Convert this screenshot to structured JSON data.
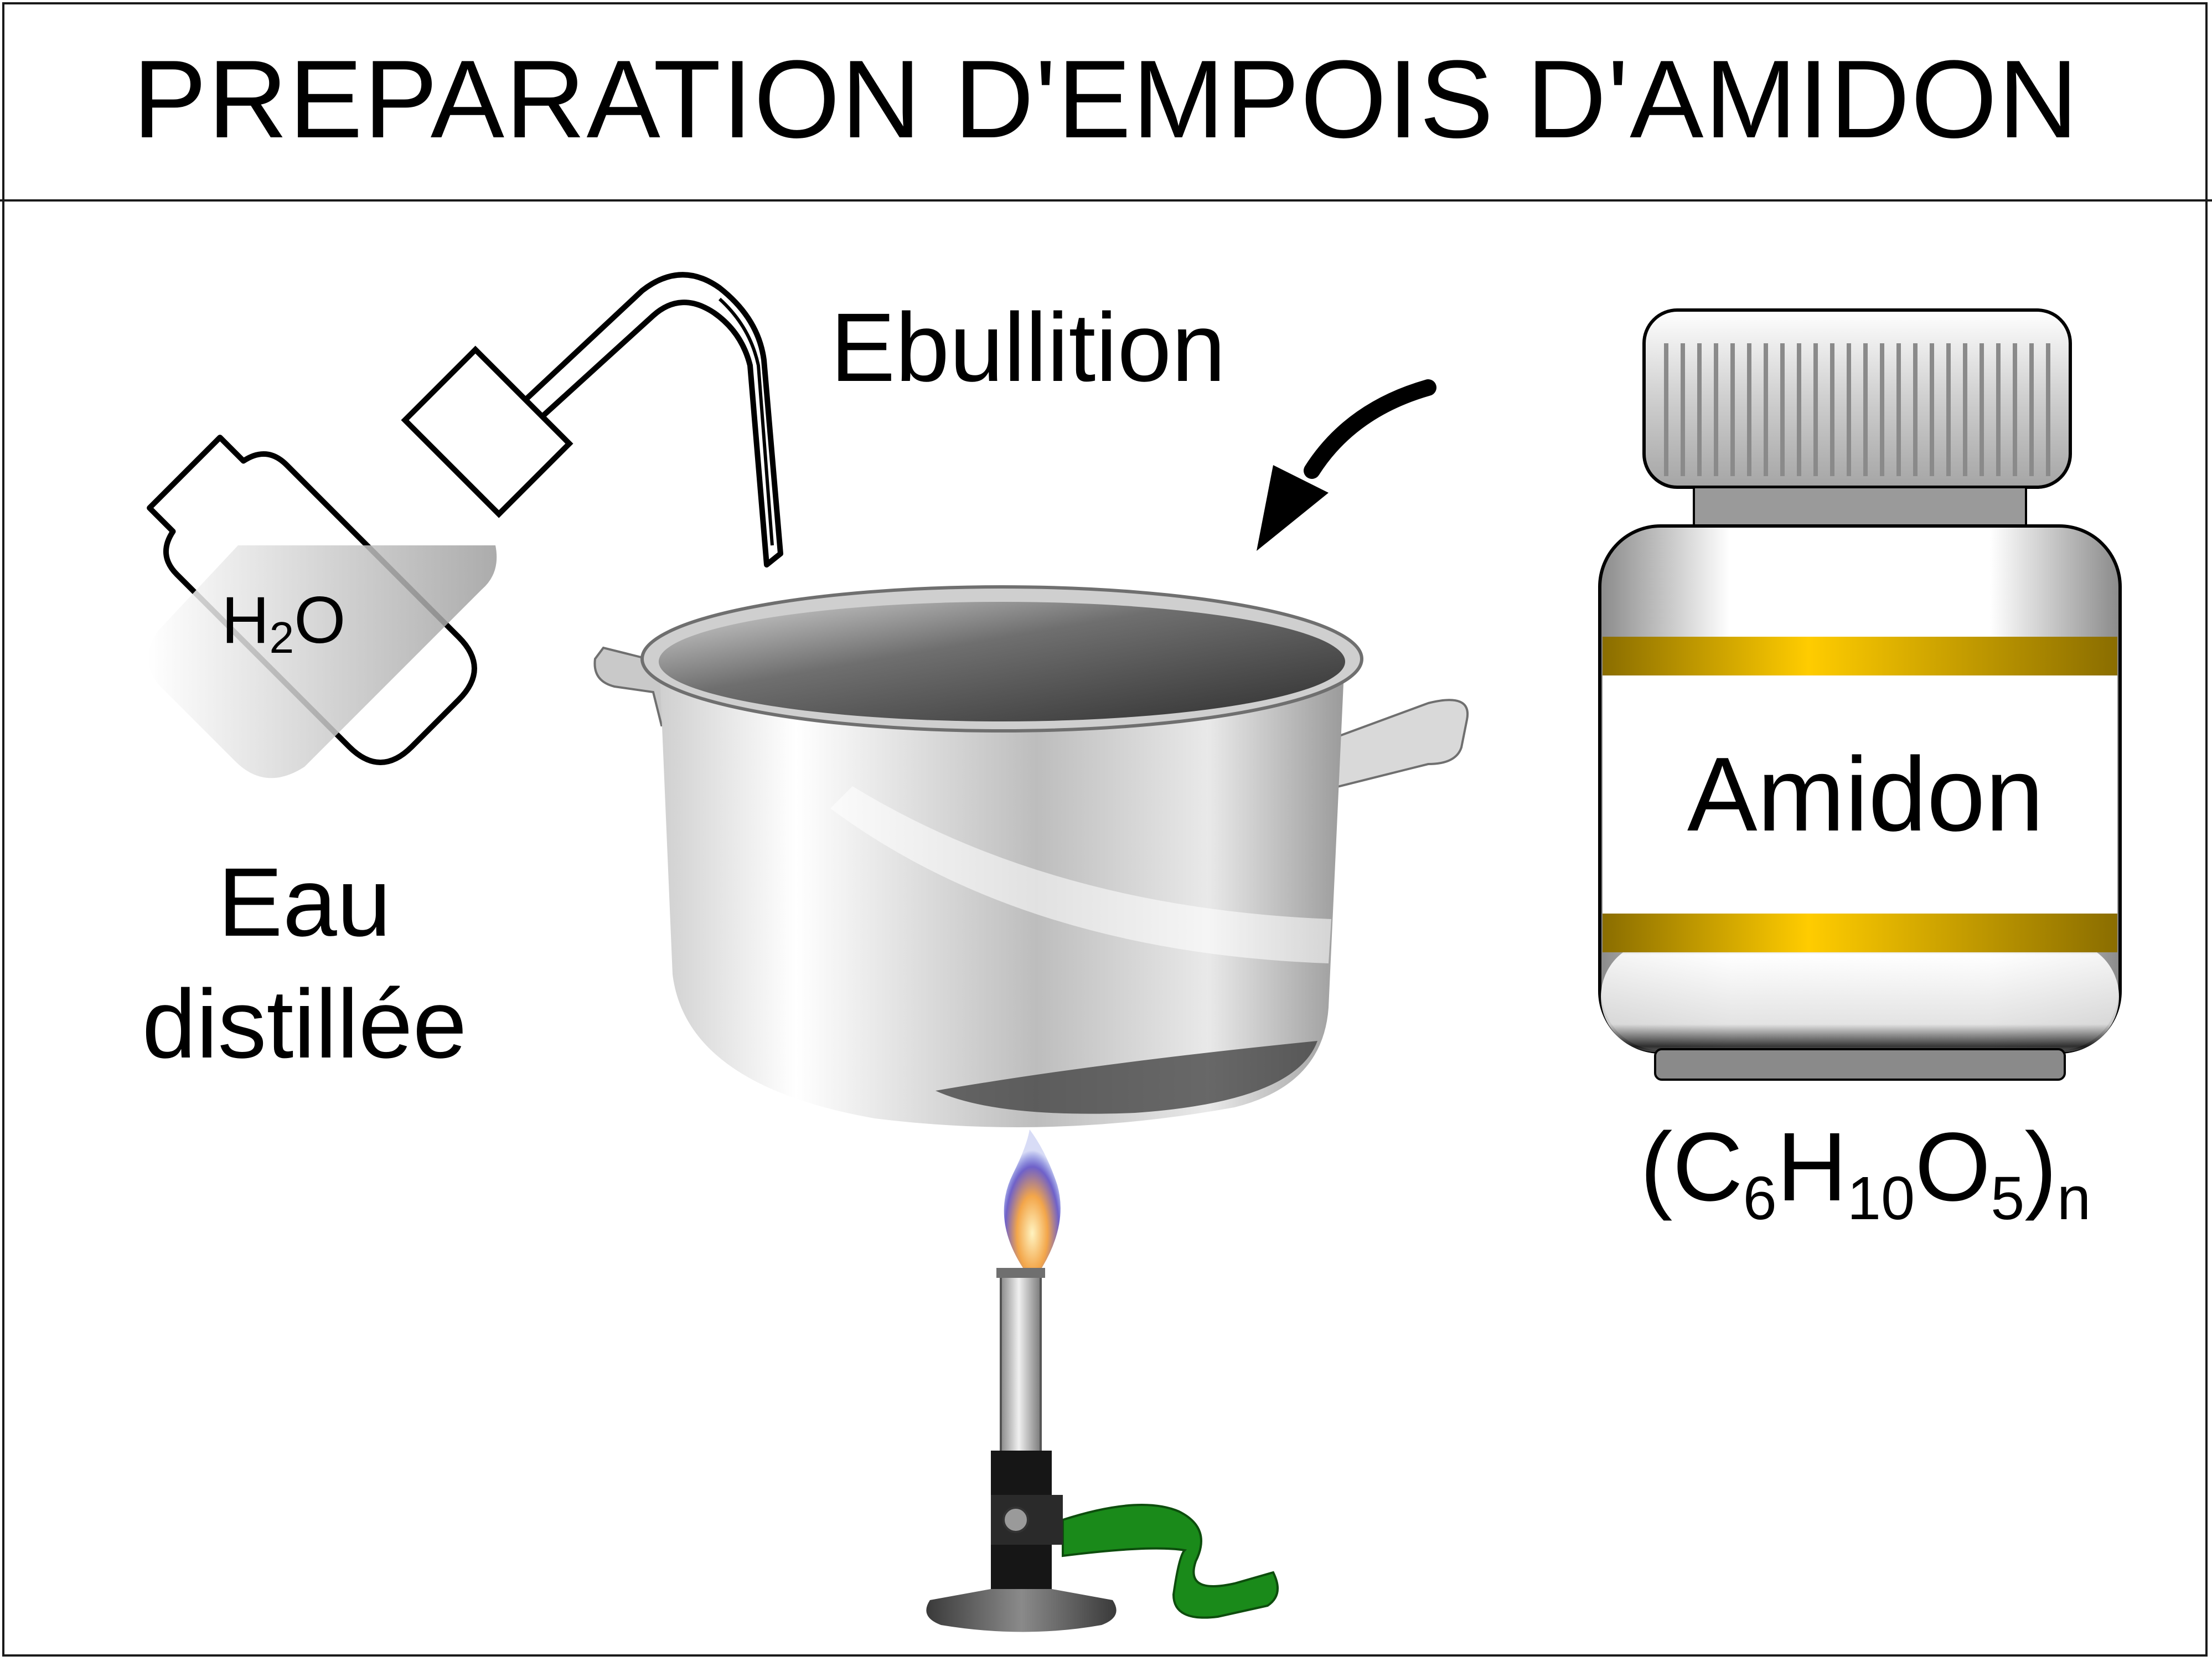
{
  "title": "PREPARATION D'EMPOIS D'AMIDON",
  "labels": {
    "ebullition": "Ebullition",
    "eau_distillee": "Eau distillée",
    "bottle_h": "H",
    "bottle_sub2": "2",
    "bottle_o": "O",
    "jar_label": "Amidon",
    "formula": {
      "open": "(C",
      "c_sub": "6",
      "h": "H",
      "h_sub": "10",
      "o": "O",
      "o_sub": "5",
      "close": ")",
      "n_sub": "n"
    }
  },
  "colors": {
    "jar_band": "#d9a800",
    "hose": "#1a8a1a",
    "flame_blue": "#4a5bd6",
    "flame_orange": "#f3a64a",
    "metal_light": "#f2f2f2",
    "metal_dark": "#555555"
  }
}
